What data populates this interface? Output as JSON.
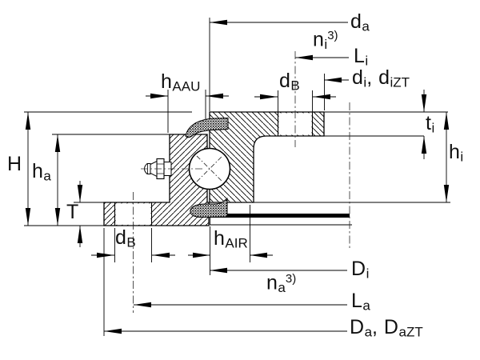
{
  "colors": {
    "background": "#ffffff",
    "line": "#000000"
  },
  "footnote_marker": "3)",
  "labels": {
    "d_a": [
      {
        "t": "d"
      },
      {
        "t": "a",
        "s": "sub"
      }
    ],
    "n_i": [
      {
        "t": "n"
      },
      {
        "t": "i",
        "s": "sub"
      },
      {
        "t": "3)",
        "s": "sup"
      }
    ],
    "L_i": [
      {
        "t": "L"
      },
      {
        "t": "i",
        "s": "sub"
      }
    ],
    "d_B_top": [
      {
        "t": "d"
      },
      {
        "t": "B",
        "s": "sub"
      }
    ],
    "d_i_iZT": [
      {
        "t": "d"
      },
      {
        "t": "i",
        "s": "sub"
      },
      {
        "t": ", d"
      },
      {
        "t": "iZT",
        "s": "sub"
      }
    ],
    "t_i": [
      {
        "t": "t"
      },
      {
        "t": "i",
        "s": "sub"
      }
    ],
    "h_i": [
      {
        "t": "h"
      },
      {
        "t": "i",
        "s": "sub"
      }
    ],
    "h_AAU": [
      {
        "t": "h"
      },
      {
        "t": "AAU",
        "s": "sub"
      }
    ],
    "H": [
      {
        "t": "H"
      }
    ],
    "h_a": [
      {
        "t": "h"
      },
      {
        "t": "a",
        "s": "sub"
      }
    ],
    "T": [
      {
        "t": "T"
      }
    ],
    "d_B_bot": [
      {
        "t": "d"
      },
      {
        "t": "B",
        "s": "sub"
      }
    ],
    "h_AIR": [
      {
        "t": "h"
      },
      {
        "t": "AIR",
        "s": "sub"
      }
    ],
    "D_i": [
      {
        "t": "D"
      },
      {
        "t": "i",
        "s": "sub"
      }
    ],
    "n_a": [
      {
        "t": "n"
      },
      {
        "t": "a",
        "s": "sub"
      },
      {
        "t": "3)",
        "s": "sup"
      }
    ],
    "L_a": [
      {
        "t": "L"
      },
      {
        "t": "a",
        "s": "sub"
      }
    ],
    "D_a_aZT": [
      {
        "t": "D"
      },
      {
        "t": "a",
        "s": "sub"
      },
      {
        "t": ", D"
      },
      {
        "t": "aZT",
        "s": "sub"
      }
    ]
  }
}
